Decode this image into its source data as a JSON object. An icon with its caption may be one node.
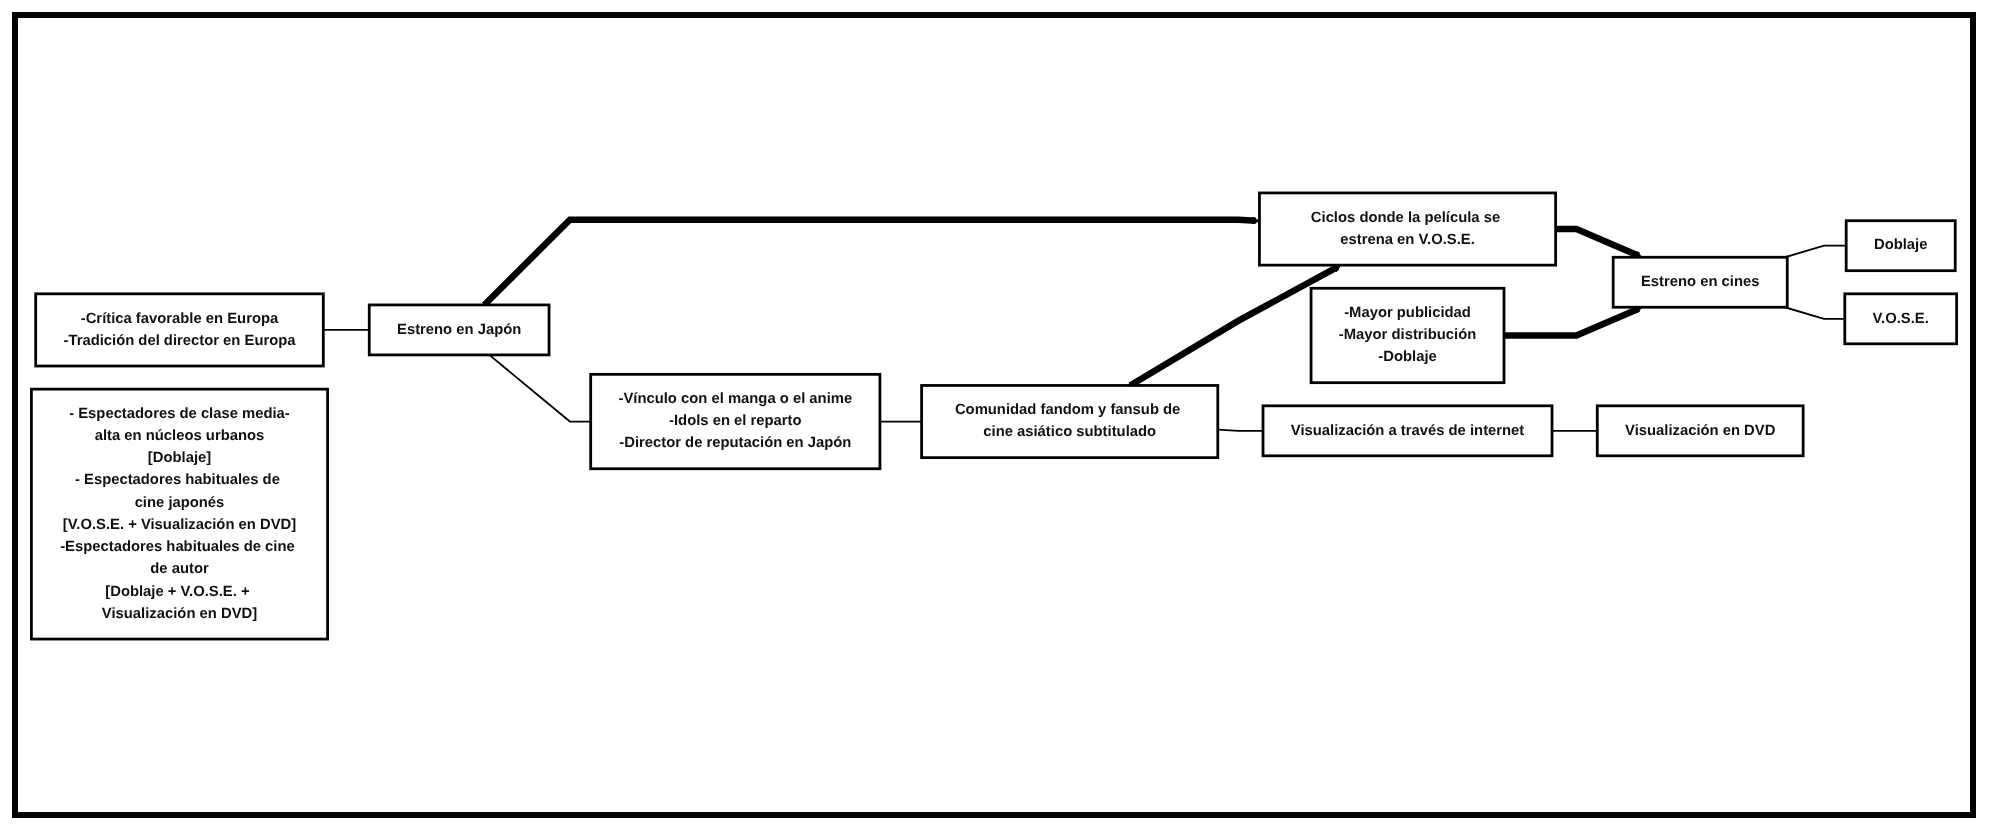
{
  "diagram": {
    "nodes": [
      {
        "text": [
          "-Crítica favorable en Europa",
          "-Tradición del director en Europa"
        ]
      },
      {
        "text": [
          "Estreno en Japón"
        ]
      },
      {
        "text": [
          "-Vínculo con el manga o el anime",
          "-Idols en el reparto",
          "-Director de reputación en Japón"
        ]
      },
      {
        "text": [
          "Ciclos donde la película se estrena en V.O.S.E."
        ]
      },
      {
        "text": [
          "-Mayor publicidad",
          "-Mayor distribución",
          "-Doblaje"
        ]
      },
      {
        "text": [
          "Estreno en cines"
        ]
      },
      {
        "text": [
          "Doblaje"
        ]
      },
      {
        "text": [
          "V.O.S.E."
        ]
      },
      {
        "text": [
          "- Espectadores de clase media-alta en núcleos urbanos",
          "[Doblaje]",
          "- Espectadores habituales de cine japonés",
          "[V.O.S.E. + Visualización en DVD]",
          "-Espectadores habituales de cine de autor",
          "[Doblaje + V.O.S.E. + Visualización en DVD]"
        ]
      },
      {
        "text": [
          "Comunidad fandom y fansub de cine asiático subtitulado"
        ]
      },
      {
        "text": [
          "Visualización a través de internet"
        ]
      },
      {
        "text": [
          "Visualización en DVD"
        ]
      }
    ],
    "edges": [
      {
        "from": 0,
        "to": 1,
        "arrow": "none"
      },
      {
        "from": 1,
        "to": 2,
        "arrow": "none"
      },
      {
        "from": 1,
        "to": 3,
        "arrow": "to",
        "style": "thick"
      },
      {
        "from": 3,
        "to": 5,
        "arrow": "to",
        "style": "thick"
      },
      {
        "from": 4,
        "to": 5,
        "arrow": "to",
        "style": "thick"
      },
      {
        "from": 5,
        "to": 6,
        "arrow": "none"
      },
      {
        "from": 5,
        "to": 7,
        "arrow": "none"
      },
      {
        "from": 2,
        "to": 9,
        "arrow": "none"
      },
      {
        "from": 9,
        "to": 3,
        "arrow": "to",
        "style": "thick"
      },
      {
        "from": 9,
        "to": 10,
        "arrow": "none"
      },
      {
        "from": 10,
        "to": 11,
        "arrow": "none"
      }
    ]
  }
}
